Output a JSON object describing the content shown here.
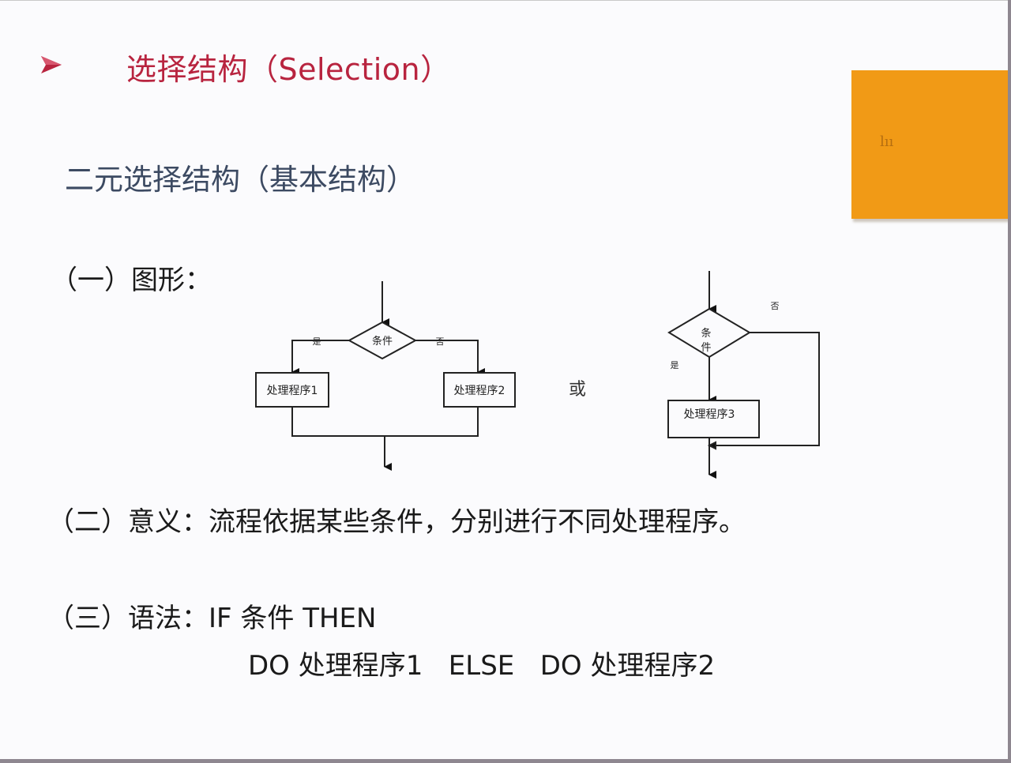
{
  "slide": {
    "title": "选择结构（Selection）",
    "subtitle": "二元选择结构（基本结构）",
    "decoration": {
      "orange_box_color": "#f19a16",
      "orange_box_mark": "lıı"
    },
    "sections": {
      "figure": {
        "label": "（一）图形："
      },
      "meaning": {
        "label": "（二）意义：流程依据某些条件，分别进行不同处理程序。"
      },
      "syntax": {
        "label": "（三）语法：",
        "line1": "IF 条件 THEN",
        "line2": "DO 处理程序1   ELSE   DO 处理程序2"
      }
    },
    "colors": {
      "title": "#b8243f",
      "subtitle": "#3c4a62",
      "body": "#1a1a1a"
    }
  },
  "diagram1": {
    "condition": "条件",
    "yes_label": "是",
    "no_label": "否",
    "left_box": "处理程序1",
    "right_box": "处理程序2"
  },
  "connector": {
    "or": "或"
  },
  "diagram2": {
    "condition_line1": "条",
    "condition_line2": "件",
    "no_label": "否",
    "yes_label": "是",
    "box": "处理程序3"
  }
}
